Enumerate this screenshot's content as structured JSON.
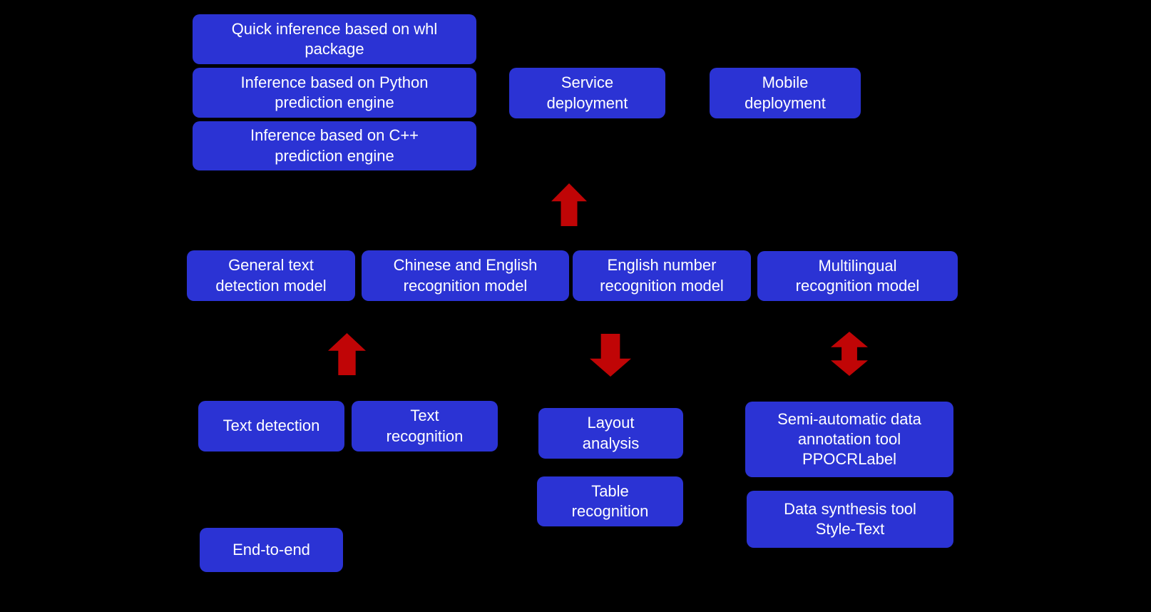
{
  "diagram": {
    "title": "OCR toolkit architecture flowchart",
    "colors": {
      "background": "#000000",
      "box": "#2b33d4",
      "text": "#ffffff",
      "arrow": "#c00506"
    },
    "nodes": [
      {
        "id": "quick-inference-whl",
        "label": "Quick inference based on whl\npackage"
      },
      {
        "id": "python-prediction-engine",
        "label": "Inference based on Python\nprediction engine"
      },
      {
        "id": "cpp-prediction-engine",
        "label": "Inference based on C++\nprediction engine"
      },
      {
        "id": "service-deployment",
        "label": "Service\ndeployment"
      },
      {
        "id": "mobile-deployment",
        "label": "Mobile\ndeployment"
      },
      {
        "id": "general-text-detection",
        "label": "General text\ndetection model"
      },
      {
        "id": "chinese-english-recognition",
        "label": "Chinese and English\nrecognition model"
      },
      {
        "id": "english-number-recognition",
        "label": "English number\nrecognition model"
      },
      {
        "id": "multilingual-recognition",
        "label": "Multilingual\nrecognition model"
      },
      {
        "id": "text-detection",
        "label": "Text detection"
      },
      {
        "id": "text-recognition",
        "label": "Text\nrecognition"
      },
      {
        "id": "layout-analysis",
        "label": "Layout\nanalysis"
      },
      {
        "id": "table-recognition",
        "label": "Table\nrecognition"
      },
      {
        "id": "ppocrlabel-tool",
        "label": "Semi-automatic data\nannotation tool\nPPOCRLabel"
      },
      {
        "id": "style-text-tool",
        "label": "Data synthesis tool\nStyle-Text"
      },
      {
        "id": "end-to-end",
        "label": "End-to-end"
      }
    ],
    "arrows": [
      {
        "id": "models-to-deployment",
        "direction": "up"
      },
      {
        "id": "tasks-to-detection-model",
        "direction": "up"
      },
      {
        "id": "english-model-to-layout",
        "direction": "down"
      },
      {
        "id": "multilingual-to-tools",
        "direction": "up-down"
      }
    ]
  }
}
